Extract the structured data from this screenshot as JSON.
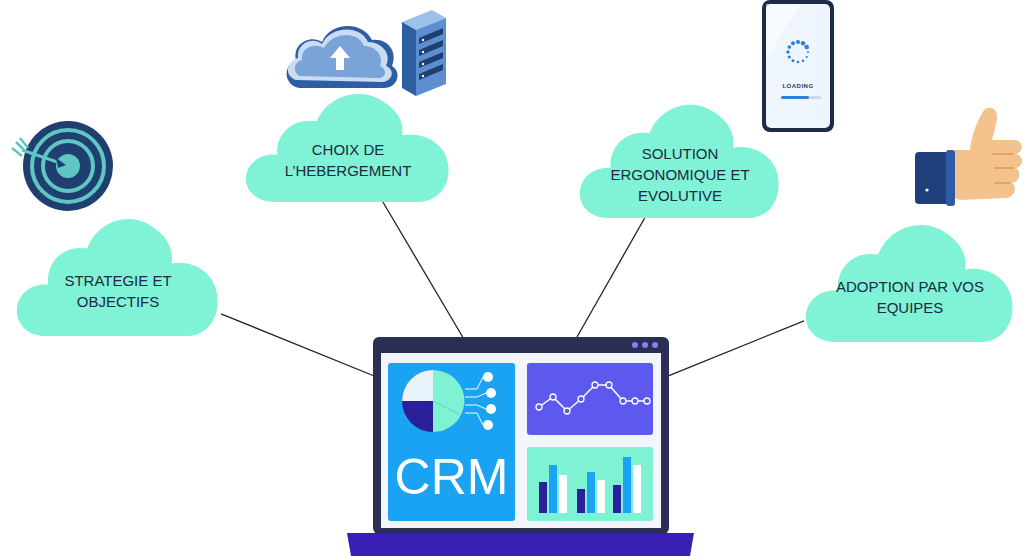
{
  "diagram": {
    "nodes": [
      {
        "text": [
          "STRATEGIE ET OBJECTIFS"
        ]
      },
      {
        "text": [
          "CHOIX DE L’HEBERGEMENT"
        ]
      },
      {
        "text": [
          "SOLUTION ERGONOMIQUE ET EVOLUTIVE"
        ]
      },
      {
        "text": [
          "ADOPTION PAR VOS EQUIPES"
        ]
      },
      {
        "text": [
          "CRM"
        ]
      }
    ],
    "edges": [
      {
        "from": 0,
        "to": 4,
        "arrow": "none"
      },
      {
        "from": 1,
        "to": 4,
        "arrow": "none"
      },
      {
        "from": 2,
        "to": 4,
        "arrow": "none"
      },
      {
        "from": 3,
        "to": 4,
        "arrow": "none"
      }
    ],
    "labels": [
      "LOADING"
    ]
  }
}
